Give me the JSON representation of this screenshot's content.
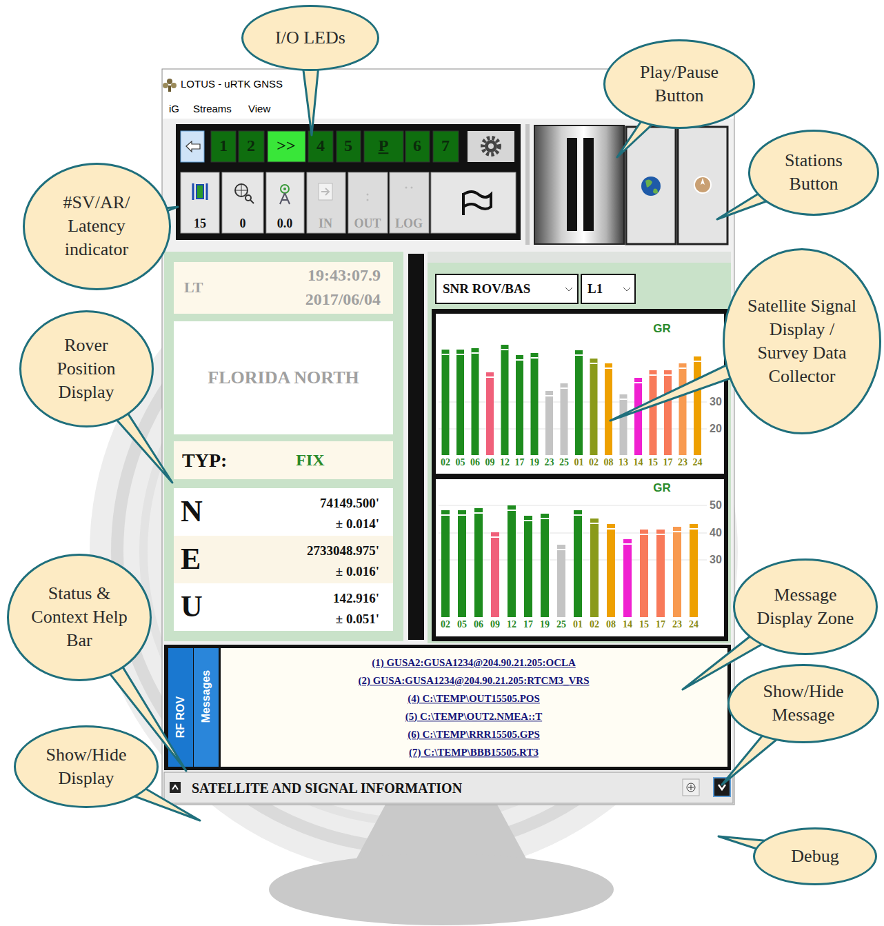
{
  "diagram": {
    "nodes": [
      {
        "text": [
          "I/O LEDs"
        ]
      },
      {
        "text": [
          "Play/Pause Button"
        ]
      },
      {
        "text": [
          "Stations Button"
        ]
      },
      {
        "text": [
          "#SV/AR/ Latency indicator"
        ]
      },
      {
        "text": [
          "LT",
          "19:43:07.9",
          "2017/06/04"
        ]
      },
      {
        "text": [
          "FLORIDA NORTH"
        ]
      },
      {
        "text": [
          "Rover Position Display"
        ]
      },
      {
        "text": [
          "Satellite Signal Display / Survey Data Collector"
        ]
      },
      {
        "text": [
          "TYP:",
          "FIX"
        ]
      },
      {
        "text": [
          "N",
          "74149.500'",
          "± 0.014'",
          "E",
          "2733048.975'",
          "± 0.016'",
          "U",
          "142.916'",
          "± 0.051'"
        ]
      },
      {
        "text": [
          "Message Display Zone"
        ]
      },
      {
        "text": [
          "Status & Context Help Bar"
        ]
      },
      {
        "text": [
          "(1) GUSA2:GUSA1234@204.90.21.205:OCLA",
          "(2) GUSA:GUSA1234@204.90.21.205:RTCM3_VRS",
          "(4) C:\\TEMP\\OUT15505.POS",
          "(5) C:\\TEMP\\OUT2.NMEA::T",
          "(6) C:\\TEMP\\RRR15505.GPS",
          "(7) C:\\TEMP\\BBB15505.RT3"
        ]
      },
      {
        "text": [
          "Show/Hide Message"
        ]
      },
      {
        "text": [
          "Show/Hide Display"
        ]
      },
      {
        "text": [
          "SATELLITE AND SIGNAL INFORMATION"
        ]
      },
      {
        "text": [
          "Debug"
        ]
      }
    ],
    "labels": [
      "LOTUS - uRTK GNSS",
      "iG",
      "Streams",
      "View",
      "1",
      "2",
      ">>",
      "4",
      "5",
      "P",
      "6",
      "7",
      "15",
      "0",
      "0.0",
      "IN",
      "OUT",
      "LOG",
      "SNR ROV/BAS",
      "L1",
      "GR",
      "30",
      "20",
      "02",
      "05",
      "06",
      "09",
      "12",
      "17",
      "19",
      "23",
      "25",
      "01",
      "02",
      "08",
      "13",
      "14",
      "15",
      "17",
      "23",
      "24",
      "GR",
      "50",
      "40",
      "30",
      "02",
      "05",
      "06",
      "09",
      "12",
      "17",
      "19",
      "25",
      "01",
      "02",
      "08",
      "14",
      "15",
      "17",
      "23",
      "24",
      "RF ROV",
      "Messages"
    ]
  }
}
